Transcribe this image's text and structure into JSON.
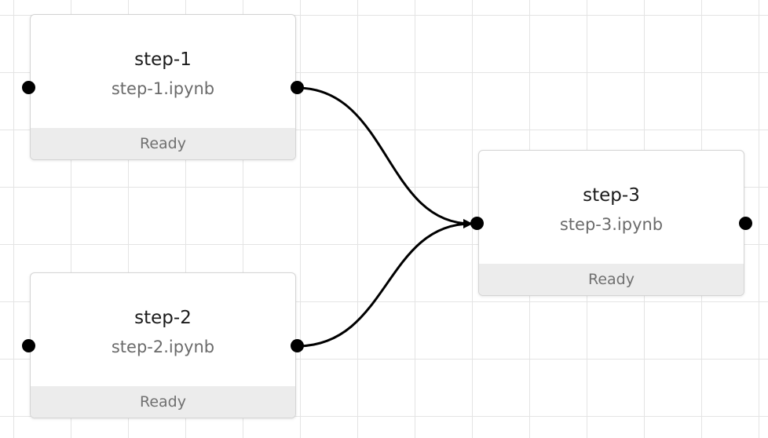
{
  "nodes": [
    {
      "title": "step-1",
      "file": "step-1.ipynb",
      "status": "Ready"
    },
    {
      "title": "step-2",
      "file": "step-2.ipynb",
      "status": "Ready"
    },
    {
      "title": "step-3",
      "file": "step-3.ipynb",
      "status": "Ready"
    }
  ],
  "links": [
    {
      "from": "step-1",
      "to": "step-3"
    },
    {
      "from": "step-2",
      "to": "step-3"
    }
  ],
  "colors": {
    "canvas_background": "#ffffff",
    "grid_line": "#e4e4e4",
    "node_border": "#d4d4d4",
    "status_bar": "#ececec",
    "port": "#000000",
    "edge": "#000000"
  }
}
